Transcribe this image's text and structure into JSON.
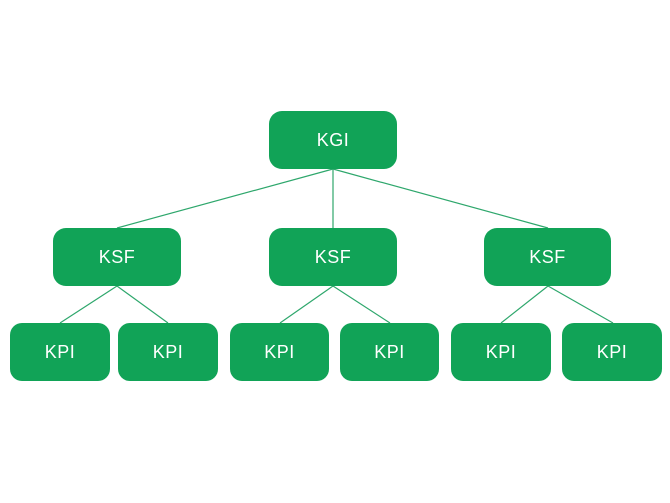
{
  "colors": {
    "node_fill": "#11A357",
    "node_text": "#FFFFFF",
    "connector": "#2EA76C",
    "background": "#FFFFFF"
  },
  "nodes": {
    "kgi": {
      "label": "KGI"
    },
    "ksf": [
      {
        "label": "KSF"
      },
      {
        "label": "KSF"
      },
      {
        "label": "KSF"
      }
    ],
    "kpi": [
      {
        "label": "KPI"
      },
      {
        "label": "KPI"
      },
      {
        "label": "KPI"
      },
      {
        "label": "KPI"
      },
      {
        "label": "KPI"
      },
      {
        "label": "KPI"
      }
    ]
  }
}
